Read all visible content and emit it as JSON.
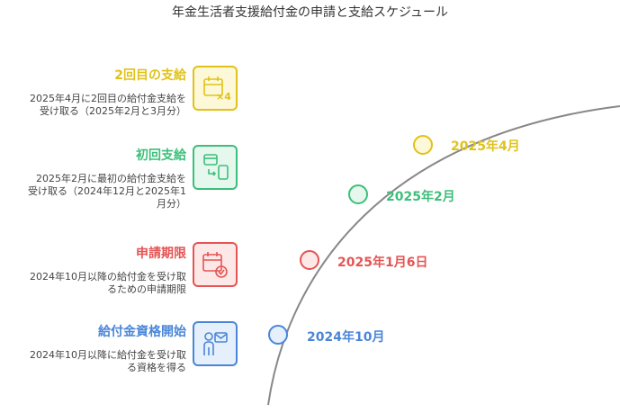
{
  "title": "年金生活者支援給付金の申請と支給スケジュール",
  "items": [
    {
      "key": "second",
      "title": "2回目の支給",
      "desc": [
        "2025年4月に2回目の給付金支給を",
        "受け取る（2025年2月と3月分）"
      ],
      "color": "#e0c21a",
      "fill": "#fdf8d8",
      "icon": "calendar-x4-icon"
    },
    {
      "key": "first",
      "title": "初回支給",
      "desc": [
        "2025年2月に最初の給付金支給を",
        "受け取る（2024年12月と2025年1",
        "月分）"
      ],
      "color": "#3cbf7a",
      "fill": "#e6f7ee",
      "icon": "card-transfer-icon"
    },
    {
      "key": "deadline",
      "title": "申請期限",
      "desc": [
        "2024年10月以降の給付金を受け取",
        "るための申請期限"
      ],
      "color": "#e45454",
      "fill": "#fde8e8",
      "icon": "calendar-check-icon"
    },
    {
      "key": "eligible",
      "title": "給付金資格開始",
      "desc": [
        "2024年10月以降に給付金を受け取",
        "る資格を得る"
      ],
      "color": "#4a86d8",
      "fill": "#e6f0fc",
      "icon": "person-mail-icon"
    }
  ],
  "timeline": [
    {
      "label": "2025年4月",
      "color": "#e0c21a",
      "fill": "#fdf8d8"
    },
    {
      "label": "2025年2月",
      "color": "#3cbf7a",
      "fill": "#e6f7ee"
    },
    {
      "label": "2025年1月6日",
      "color": "#e45454",
      "fill": "#fde8e8"
    },
    {
      "label": "2024年10月",
      "color": "#4a86d8",
      "fill": "#e6f0fc"
    }
  ]
}
